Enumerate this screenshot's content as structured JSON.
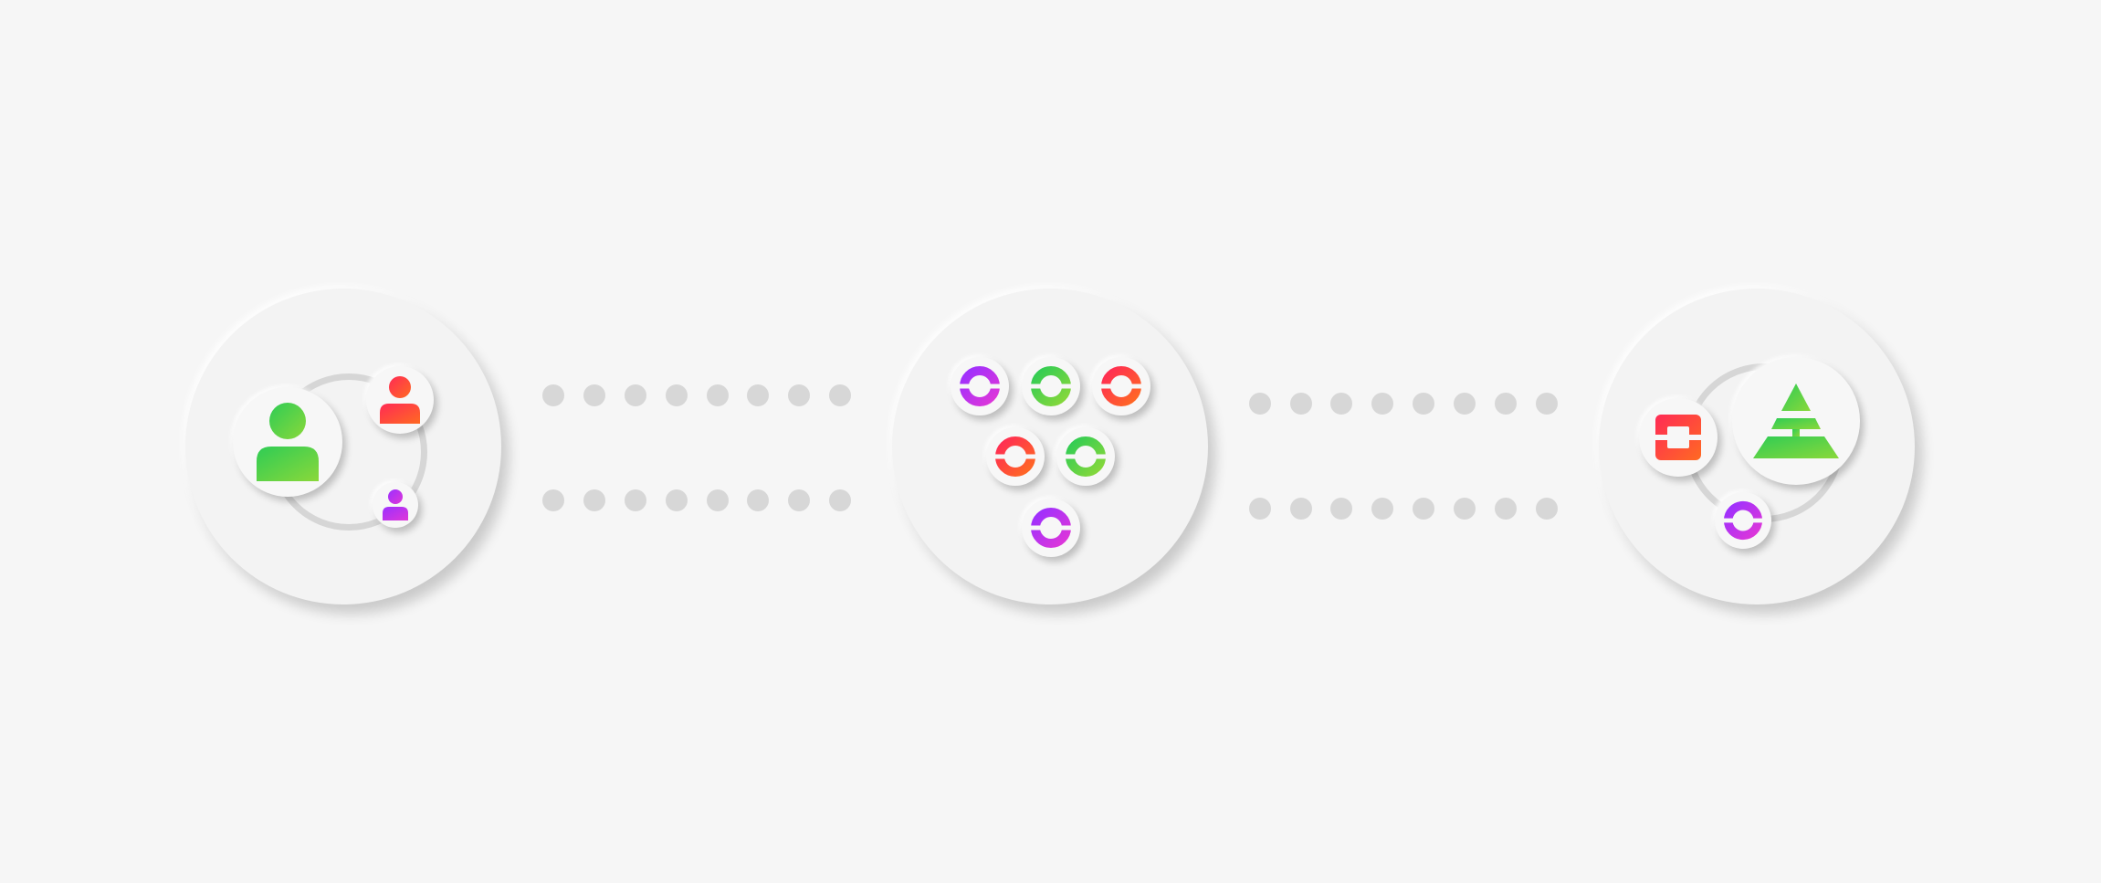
{
  "diagram": {
    "colors": {
      "background": "#f6f6f6",
      "green": "#44cc44",
      "red": "#ff3344",
      "purple": "#bb33ee",
      "dot": "#d7d7d7"
    },
    "stages": [
      {
        "name": "users-stage",
        "icons": [
          "user-icon-green-large",
          "user-icon-red",
          "user-icon-purple-small"
        ]
      },
      {
        "name": "services-stage",
        "icons": [
          "service-icon-purple",
          "service-icon-green",
          "service-icon-red",
          "service-icon-red",
          "service-icon-green",
          "service-icon-purple"
        ]
      },
      {
        "name": "platform-stage",
        "icons": [
          "container-icon-red",
          "stack-icon-green",
          "service-icon-purple"
        ]
      }
    ],
    "connectors": [
      {
        "name": "connector-users-services",
        "rows": 2,
        "dots_per_row": 8
      },
      {
        "name": "connector-services-platform",
        "rows": 2,
        "dots_per_row": 8
      }
    ]
  }
}
